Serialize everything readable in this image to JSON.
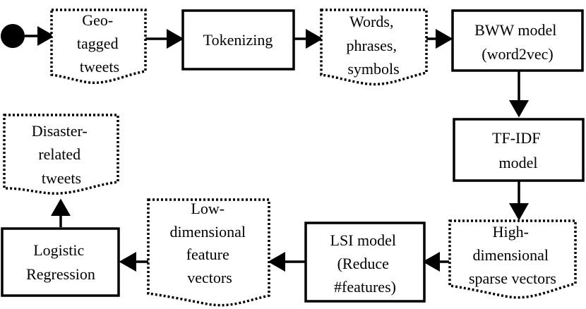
{
  "nodes": {
    "geo_tweets": [
      "Geo-",
      "tagged",
      "tweets"
    ],
    "tokenizing": [
      "Tokenizing"
    ],
    "words_phrases": [
      "Words,",
      "phrases,",
      "symbols"
    ],
    "bww_model": [
      "BWW model",
      "(word2vec)"
    ],
    "tfidf_model": [
      "TF-IDF",
      "model"
    ],
    "high_dim_vectors": [
      "High-",
      "dimensional",
      "sparse vectors"
    ],
    "lsi_model": [
      "LSI model",
      "(Reduce",
      "#features)"
    ],
    "low_dim_vectors": [
      "Low-",
      "dimensional",
      "feature",
      "vectors"
    ],
    "logistic_regression": [
      "Logistic",
      "Regression"
    ],
    "disaster_tweets": [
      "Disaster-",
      "related",
      "tweets"
    ]
  },
  "edges": [
    [
      "start",
      "geo_tweets"
    ],
    [
      "geo_tweets",
      "tokenizing"
    ],
    [
      "tokenizing",
      "words_phrases"
    ],
    [
      "words_phrases",
      "bww_model"
    ],
    [
      "bww_model",
      "tfidf_model"
    ],
    [
      "tfidf_model",
      "high_dim_vectors"
    ],
    [
      "high_dim_vectors",
      "lsi_model"
    ],
    [
      "lsi_model",
      "low_dim_vectors"
    ],
    [
      "low_dim_vectors",
      "logistic_regression"
    ],
    [
      "logistic_regression",
      "disaster_tweets"
    ]
  ]
}
